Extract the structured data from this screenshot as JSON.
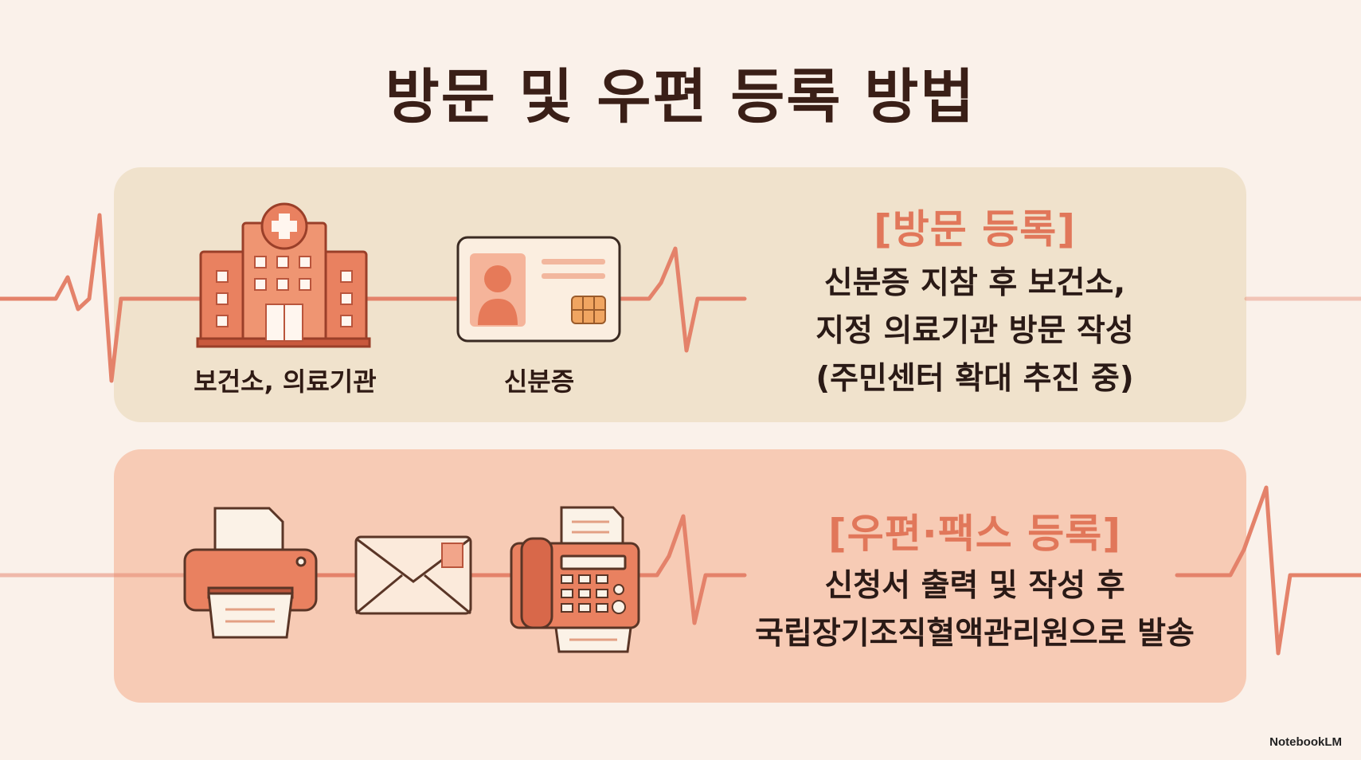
{
  "title": "방문 및 우편 등록 방법",
  "visit": {
    "heading": "[방문 등록]",
    "lines": [
      "신분증 지참 후 보건소,",
      "지정 의료기관 방문 작성",
      "(주민센터 확대 추진 중)"
    ],
    "icons": [
      {
        "icon": "hospital-icon",
        "label": "보건소, 의료기관"
      },
      {
        "icon": "id-card-icon",
        "label": "신분증"
      }
    ]
  },
  "mail": {
    "heading": "[우편·팩스 등록]",
    "lines": [
      "신청서 출력 및 작성 후",
      "국립장기조직혈액관리원으로 발송"
    ],
    "icons": [
      {
        "icon": "printer-icon"
      },
      {
        "icon": "envelope-icon"
      },
      {
        "icon": "fax-machine-icon"
      }
    ]
  },
  "branding": "NotebookLM",
  "colors": {
    "background": "#faf1ea",
    "visit_panel": "#f0e2cc",
    "mail_panel": "#f7cbb5",
    "accent": "#e1775a",
    "text": "#2a1a16"
  }
}
